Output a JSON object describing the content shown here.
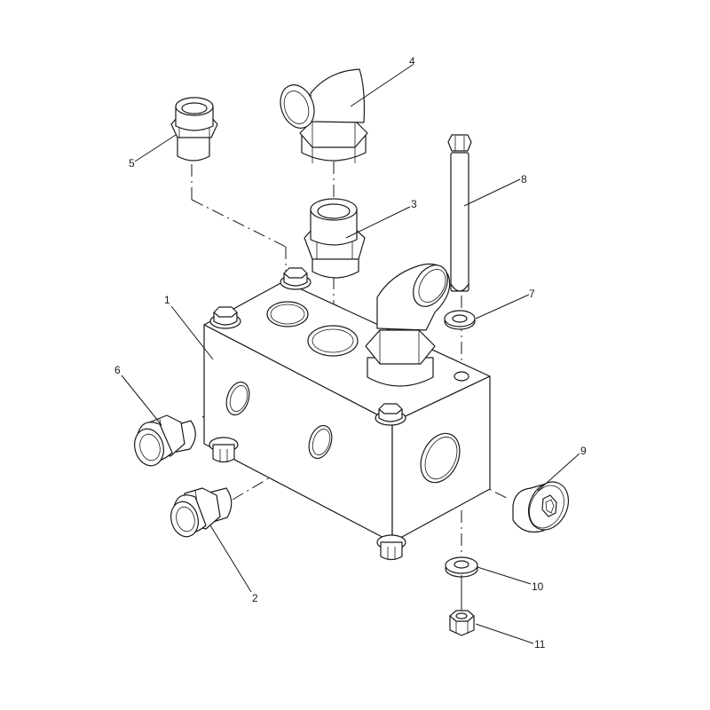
{
  "diagram": {
    "type": "exploded-parts-view",
    "subject": "hydraulic manifold block assembly",
    "line_color": "#1a1a1a",
    "background": "#ffffff",
    "callouts": [
      {
        "id": "1",
        "label": "1",
        "part": "manifold-block"
      },
      {
        "id": "2",
        "label": "2",
        "part": "straight-fitting-front"
      },
      {
        "id": "3",
        "label": "3",
        "part": "straight-fitting-top"
      },
      {
        "id": "4",
        "label": "4",
        "part": "elbow-fitting-top"
      },
      {
        "id": "5",
        "label": "5",
        "part": "straight-fitting-rear"
      },
      {
        "id": "6",
        "label": "6",
        "part": "straight-fitting-side"
      },
      {
        "id": "7",
        "label": "7",
        "part": "washer-upper"
      },
      {
        "id": "8",
        "label": "8",
        "part": "mounting-bolt"
      },
      {
        "id": "9",
        "label": "9",
        "part": "hex-socket-plug"
      },
      {
        "id": "10",
        "label": "10",
        "part": "washer-lower"
      },
      {
        "id": "11",
        "label": "11",
        "part": "hex-nut"
      }
    ]
  }
}
